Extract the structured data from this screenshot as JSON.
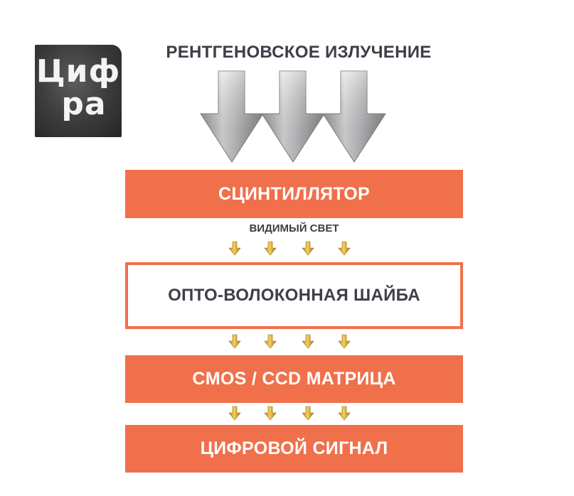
{
  "logo": {
    "line1": "Циф",
    "line2": "ра"
  },
  "title": "РЕНТГЕНОВСКОЕ ИЗЛУЧЕНИЕ",
  "stages": {
    "scintillator": "СЦИНТИЛЛЯТОР",
    "visible_light": "ВИДИМЫЙ СВЕТ",
    "fiber_plate": "ОПТО-ВОЛОКОННАЯ ШАЙБА",
    "sensor": "CMOS / CCD МАТРИЦА",
    "signal": "ЦИФРОВОЙ СИГНАЛ"
  },
  "colors": {
    "accent": "#f0704b",
    "text_dark": "#3c3f47",
    "arrow_gold": "#e8b130",
    "arrow_gray": "#a9aaad"
  }
}
